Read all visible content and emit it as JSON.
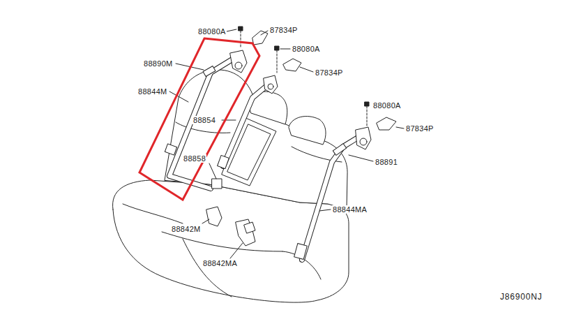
{
  "diagram": {
    "labels": [
      "88080A",
      "87834P",
      "88080A",
      "87834P",
      "88890M",
      "88844M",
      "88854",
      "88080A",
      "87834P",
      "88891",
      "88858",
      "88844MA",
      "88842M",
      "88842MA",
      "J86900NJ"
    ]
  }
}
